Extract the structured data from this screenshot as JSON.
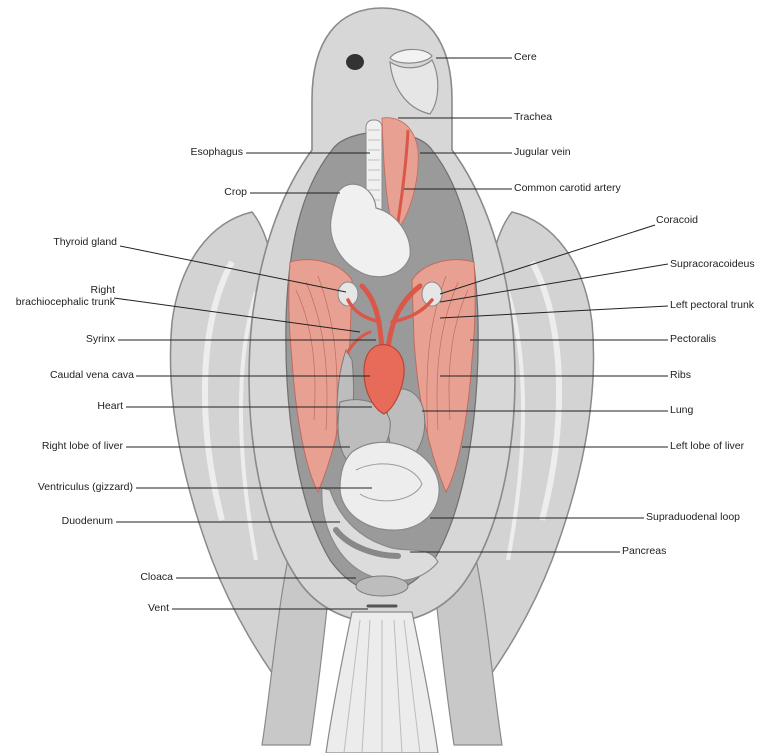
{
  "diagram": {
    "colors": {
      "background": "#ffffff",
      "body_fill": "#d7d7d7",
      "body_outline": "#8a8a8a",
      "cavity": "#9a9a9a",
      "organ_light": "#ececec",
      "organ_mid": "#bdbdbd",
      "muscle": "#e8a092",
      "vessels": "#d9584a",
      "leader_line": "#222222"
    },
    "labels": {
      "cere": "Cere",
      "trachea": "Trachea",
      "esophagus": "Esophagus",
      "jugular_vein": "Jugular vein",
      "crop": "Crop",
      "common_carotid_artery": "Common carotid artery",
      "coracoid": "Coracoid",
      "thyroid_gland": "Thyroid gland",
      "supracoracoideus": "Supracoracoideus",
      "right_brachiocephalic_1": "Right",
      "right_brachiocephalic_2": "brachiocephalic trunk",
      "left_pectoral_trunk": "Left pectoral trunk",
      "syrinx": "Syrinx",
      "pectoralis": "Pectoralis",
      "caudal_vena_cava": "Caudal vena cava",
      "ribs": "Ribs",
      "heart": "Heart",
      "lung": "Lung",
      "right_lobe_of_liver": "Right lobe of liver",
      "left_lobe_of_liver": "Left lobe of liver",
      "ventriculus": "Ventriculus (gizzard)",
      "duodenum": "Duodenum",
      "supraduodenal_loop": "Supraduodenal loop",
      "pancreas": "Pancreas",
      "cloaca": "Cloaca",
      "vent": "Vent"
    }
  }
}
